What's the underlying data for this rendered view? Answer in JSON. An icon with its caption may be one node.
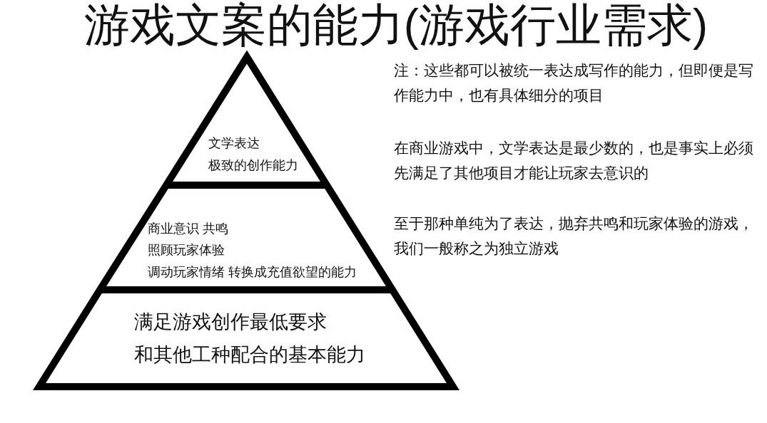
{
  "diagram": {
    "title": "游戏文案的能力(游戏行业需求)",
    "nodes": [
      {
        "text": [
          "文学表达",
          "极致的创作能力"
        ]
      },
      {
        "text": [
          "商业意识 共鸣",
          "照顾玩家体验",
          "调动玩家情绪 转换成充值欲望的能力"
        ]
      },
      {
        "text": [
          "满足游戏创作最低要求",
          "和其他工种配合的基本能力"
        ]
      }
    ],
    "labels": [
      "注：这些都可以被统一表达成写作的能力，但即便是写作能力中，也有具体细分的项目",
      "在商业游戏中，文学表达是最少数的，也是事实上必须先满足了其他项目才能让玩家去意识的",
      "至于那种单纯为了表达，抛弃共鸣和玩家体验的游戏，我们一般称之为独立游戏"
    ]
  }
}
